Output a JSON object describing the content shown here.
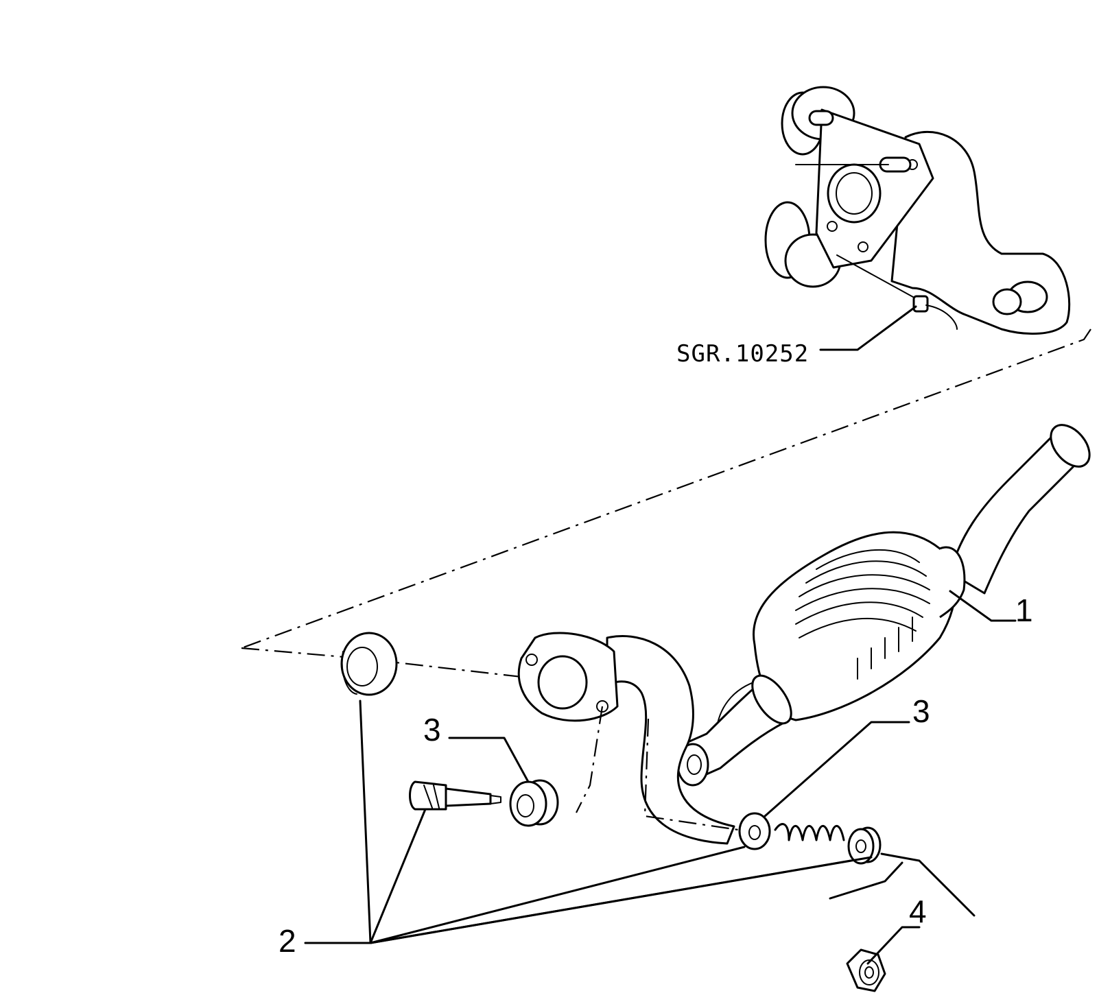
{
  "reference_code": "SGR.10252",
  "callouts": {
    "part_1": "1",
    "part_2": "2",
    "part_3_left": "3",
    "part_3_right": "3",
    "part_4": "4"
  }
}
